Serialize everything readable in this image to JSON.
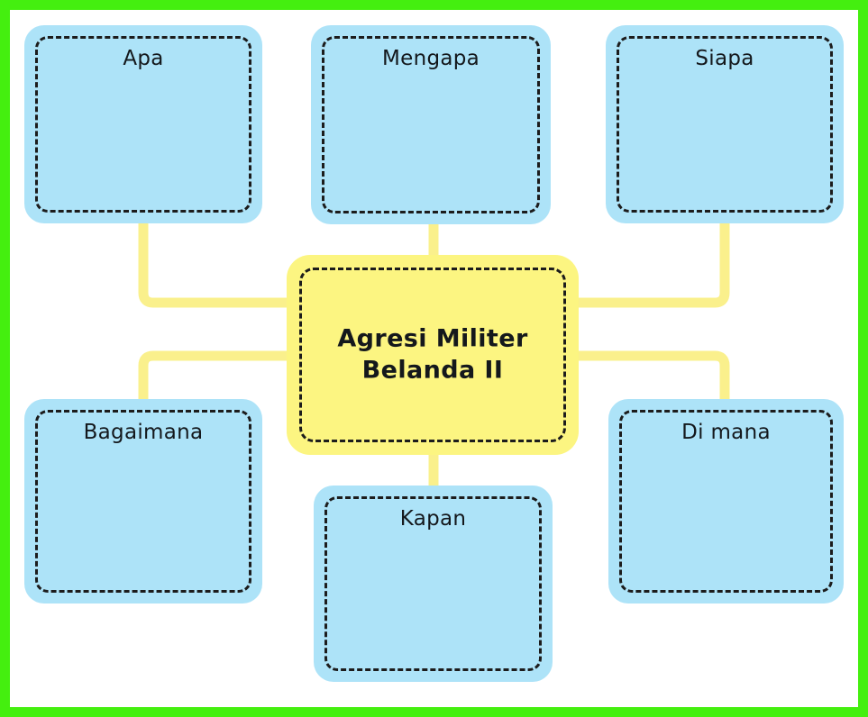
{
  "diagram": {
    "title": "Agresi Militer Belanda II",
    "type": "mind-map",
    "frame_color": "#44ef0f",
    "branch_color": "#ade3f8",
    "center_color": "#fcf581",
    "connector_color": "#faf08c",
    "center": {
      "label": "Agresi Militer\nBelanda II",
      "line1": "Agresi Militer",
      "line2": "Belanda II"
    },
    "branches": [
      {
        "id": "apa",
        "label": "Apa",
        "position": "top-left"
      },
      {
        "id": "mengapa",
        "label": "Mengapa",
        "position": "top-center"
      },
      {
        "id": "siapa",
        "label": "Siapa",
        "position": "top-right"
      },
      {
        "id": "bagaimana",
        "label": "Bagaimana",
        "position": "bottom-left"
      },
      {
        "id": "kapan",
        "label": "Kapan",
        "position": "bottom-center"
      },
      {
        "id": "dimana",
        "label": "Di mana",
        "position": "bottom-right"
      }
    ]
  }
}
